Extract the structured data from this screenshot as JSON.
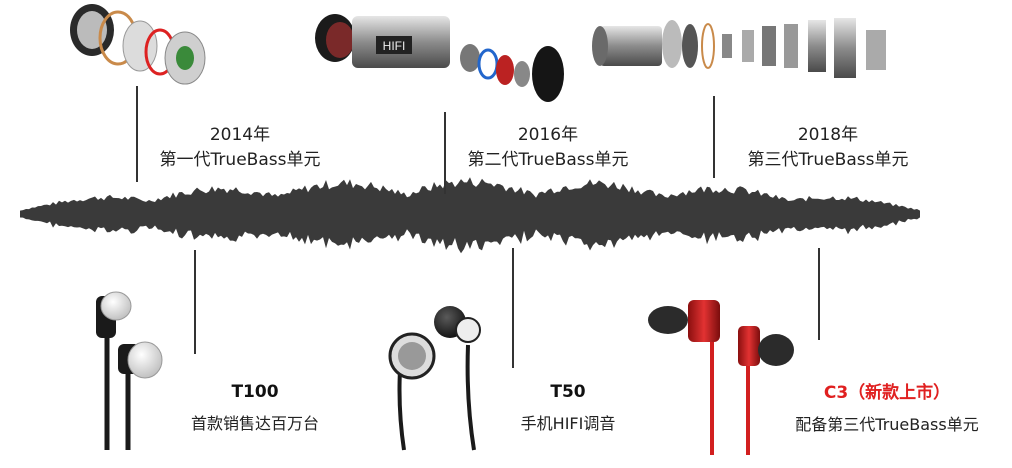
{
  "milestones": [
    {
      "year": "2014年",
      "unit": "第一代TrueBass单元"
    },
    {
      "year": "2016年",
      "unit": "第二代TrueBass单元"
    },
    {
      "year": "2018年",
      "unit": "第三代TrueBass单元"
    }
  ],
  "products": [
    {
      "name": "T100",
      "desc": "首款销售达百万台"
    },
    {
      "name": "T50",
      "desc": "手机HIFI调音"
    },
    {
      "name": "C3（新款上市）",
      "desc": "配备第三代TrueBass单元"
    }
  ],
  "driver_brand_text": "HIFI",
  "colors": {
    "waveform": "#3a3a3a",
    "line": "#333333",
    "new_product": "#e02020",
    "earphone_red": "#d21f1f",
    "earphone_black": "#1e1e1e",
    "metal": "#9a9a9a"
  }
}
